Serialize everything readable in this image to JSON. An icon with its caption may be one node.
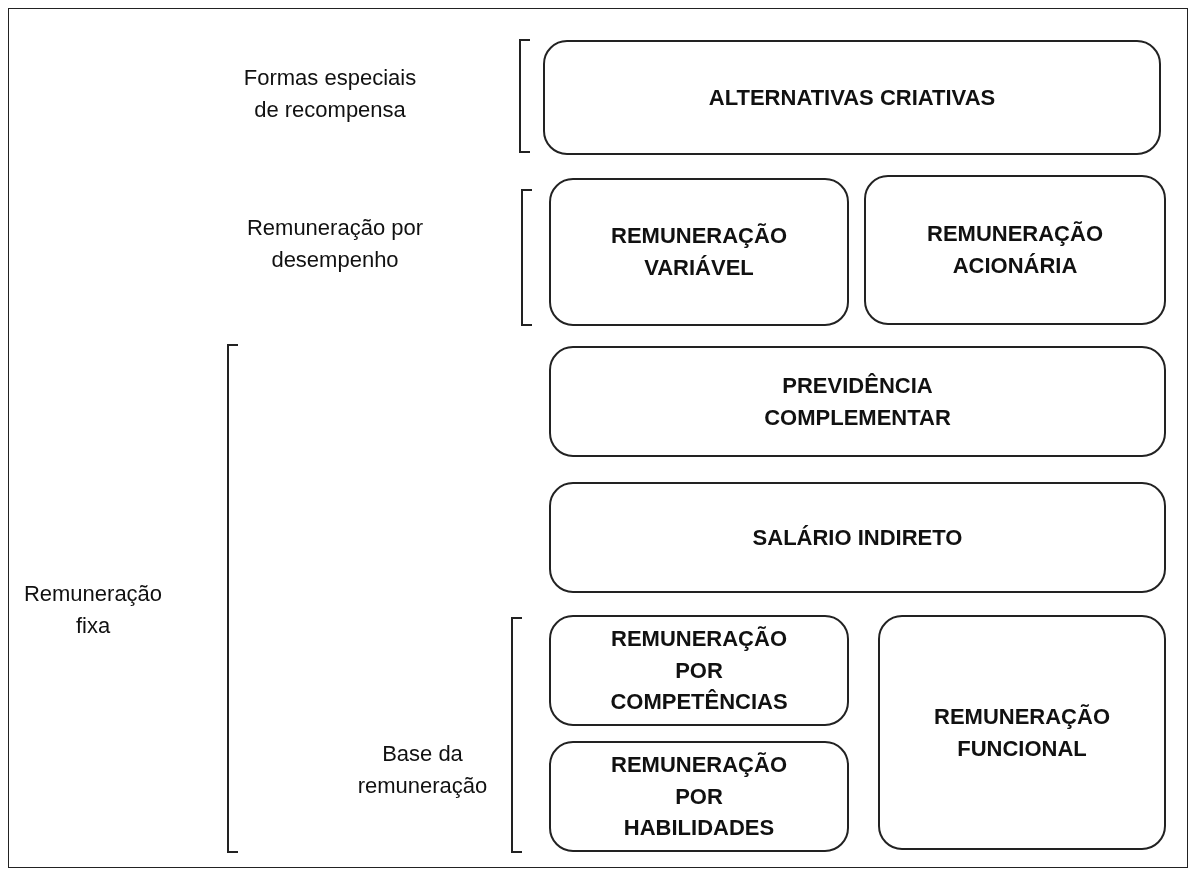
{
  "diagram": {
    "nodes": [
      {
        "text": [
          "ALTERNATIVAS CRIATIVAS"
        ]
      },
      {
        "text": [
          "REMUNERAÇÃO VARIÁVEL"
        ]
      },
      {
        "text": [
          "REMUNERAÇÃO ACIONÁRIA"
        ]
      },
      {
        "text": [
          "PREVIDÊNCIA COMPLEMENTAR"
        ]
      },
      {
        "text": [
          "SALÁRIO INDIRETO"
        ]
      },
      {
        "text": [
          "REMUNERAÇÃO POR COMPETÊNCIAS"
        ]
      },
      {
        "text": [
          "REMUNERAÇÃO POR HABILIDADES"
        ]
      },
      {
        "text": [
          "REMUNERAÇÃO FUNCIONAL"
        ]
      }
    ],
    "labels": [
      "Formas especiais de recompensa",
      "Remuneração por desempenho",
      "Remuneração fixa",
      "Base da remuneração"
    ]
  }
}
